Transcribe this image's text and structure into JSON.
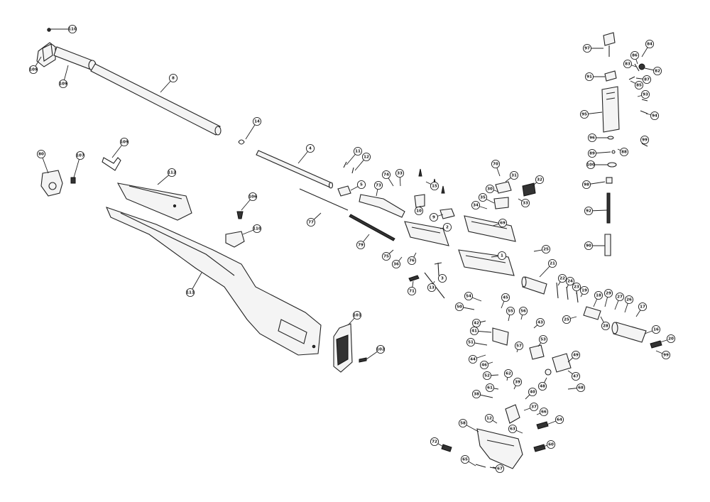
{
  "diagram": {
    "callouts": [
      {
        "label": "110"
      },
      {
        "label": "109"
      },
      {
        "label": "109"
      },
      {
        "label": "8"
      },
      {
        "label": "14"
      },
      {
        "label": "4"
      },
      {
        "label": "11"
      },
      {
        "label": "12"
      },
      {
        "label": "5"
      },
      {
        "label": "74"
      },
      {
        "label": "33"
      },
      {
        "label": "73"
      },
      {
        "label": "15"
      },
      {
        "label": "10"
      },
      {
        "label": "9"
      },
      {
        "label": "2"
      },
      {
        "label": "77"
      },
      {
        "label": "79"
      },
      {
        "label": "75"
      },
      {
        "label": "76"
      },
      {
        "label": "36"
      },
      {
        "label": "3"
      },
      {
        "label": "71"
      },
      {
        "label": "13"
      },
      {
        "label": "80"
      },
      {
        "label": "107"
      },
      {
        "label": "109"
      },
      {
        "label": "112"
      },
      {
        "label": "106"
      },
      {
        "label": "110"
      },
      {
        "label": "111"
      },
      {
        "label": "101"
      },
      {
        "label": "102"
      },
      {
        "label": "70"
      },
      {
        "label": "31"
      },
      {
        "label": "32"
      },
      {
        "label": "30"
      },
      {
        "label": "35"
      },
      {
        "label": "34"
      },
      {
        "label": "33"
      },
      {
        "label": "69"
      },
      {
        "label": "1"
      },
      {
        "label": "25"
      },
      {
        "label": "21"
      },
      {
        "label": "22"
      },
      {
        "label": "24"
      },
      {
        "label": "23"
      },
      {
        "label": "19"
      },
      {
        "label": "18"
      },
      {
        "label": "29"
      },
      {
        "label": "27"
      },
      {
        "label": "26"
      },
      {
        "label": "17"
      },
      {
        "label": "25"
      },
      {
        "label": "28"
      },
      {
        "label": "16"
      },
      {
        "label": "20"
      },
      {
        "label": "99"
      },
      {
        "label": "54"
      },
      {
        "label": "45"
      },
      {
        "label": "50"
      },
      {
        "label": "55"
      },
      {
        "label": "56"
      },
      {
        "label": "42"
      },
      {
        "label": "43"
      },
      {
        "label": "41"
      },
      {
        "label": "53"
      },
      {
        "label": "51"
      },
      {
        "label": "57"
      },
      {
        "label": "44"
      },
      {
        "label": "46"
      },
      {
        "label": "49"
      },
      {
        "label": "52"
      },
      {
        "label": "62"
      },
      {
        "label": "48"
      },
      {
        "label": "47"
      },
      {
        "label": "61"
      },
      {
        "label": "39"
      },
      {
        "label": "38"
      },
      {
        "label": "40"
      },
      {
        "label": "68"
      },
      {
        "label": "37"
      },
      {
        "label": "66"
      },
      {
        "label": "12"
      },
      {
        "label": "58"
      },
      {
        "label": "64"
      },
      {
        "label": "63"
      },
      {
        "label": "72"
      },
      {
        "label": "60"
      },
      {
        "label": "65"
      },
      {
        "label": "67"
      },
      {
        "label": "97"
      },
      {
        "label": "84"
      },
      {
        "label": "83"
      },
      {
        "label": "86"
      },
      {
        "label": "82"
      },
      {
        "label": "91"
      },
      {
        "label": "87"
      },
      {
        "label": "85"
      },
      {
        "label": "93"
      },
      {
        "label": "95"
      },
      {
        "label": "94"
      },
      {
        "label": "96"
      },
      {
        "label": "99"
      },
      {
        "label": "89"
      },
      {
        "label": "88"
      },
      {
        "label": "100"
      },
      {
        "label": "98"
      },
      {
        "label": "92"
      },
      {
        "label": "90"
      }
    ]
  }
}
